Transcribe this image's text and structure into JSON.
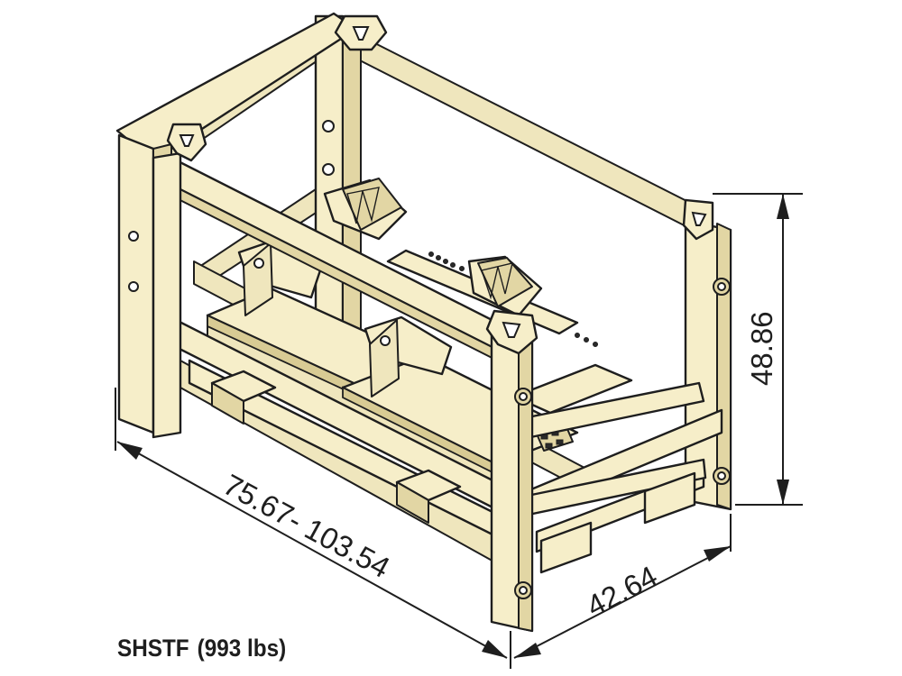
{
  "drawing": {
    "dimensions": {
      "length": "75.67- 103.54",
      "width": "42.64",
      "height": "48.86"
    },
    "caption": {
      "model": "SHSTF",
      "weight": "(993 lbs)"
    }
  }
}
